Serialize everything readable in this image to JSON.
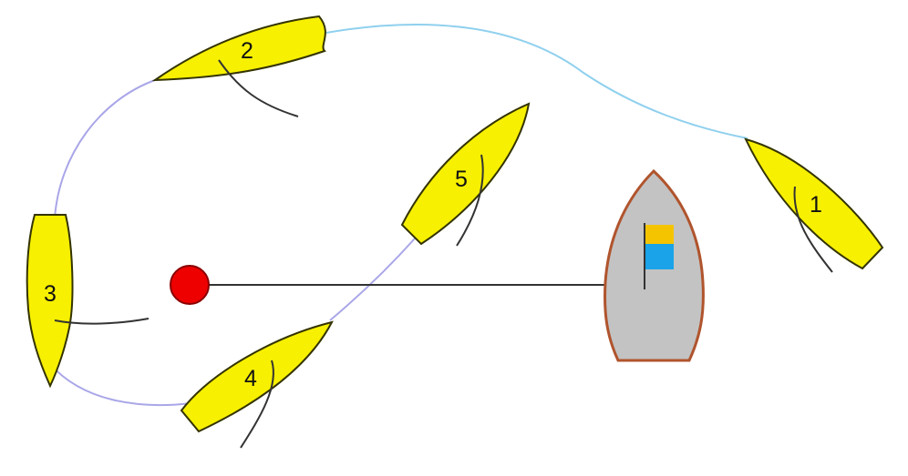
{
  "colors": {
    "background": "#ffffff",
    "boat_hull": "#f7f000",
    "boat_outline": "#333300",
    "track": "#a9a6e8",
    "track_right": "#8fd0ee",
    "start_line": "#333333",
    "mark": "#ee0000",
    "committee_boat_fill": "#c3c3c3",
    "committee_boat_outline": "#b0542d",
    "flag_top": "#f5c400",
    "flag_bottom": "#1aa3e8",
    "sail_line": "#333333"
  },
  "boats": [
    {
      "id": "1",
      "label": "1"
    },
    {
      "id": "2",
      "label": "2"
    },
    {
      "id": "3",
      "label": "3"
    },
    {
      "id": "4",
      "label": "4"
    },
    {
      "id": "5",
      "label": "5"
    }
  ],
  "icons": {
    "mark": "red-buoy-icon",
    "committee_boat": "committee-boat-icon",
    "flag": "signal-flag-icon"
  }
}
